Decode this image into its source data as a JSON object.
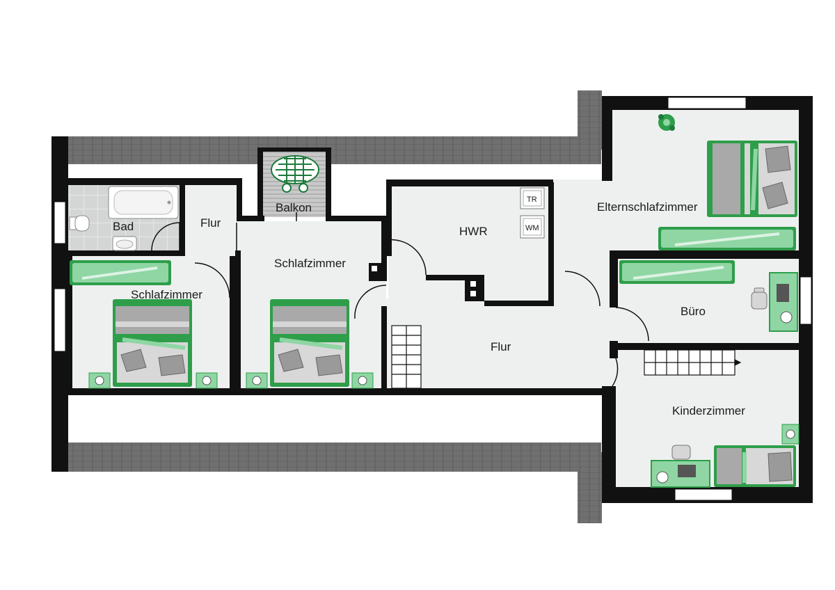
{
  "rooms": {
    "bad": "Bad",
    "flur_small": "Flur",
    "balkon": "Balkon",
    "schlafzimmer_left": "Schlafzimmer",
    "schlafzimmer_middle": "Schlafzimmer",
    "hwr": "HWR",
    "flur_main": "Flur",
    "elternschlafzimmer": "Elternschlafzimmer",
    "buero": "Büro",
    "kinderzimmer": "Kinderzimmer"
  },
  "appliances": {
    "dryer": "TR",
    "washer": "WM"
  },
  "colors": {
    "wall": "#111111",
    "floor": "#eef0f0",
    "roof": "#6f6f6f",
    "furniture_green": "#2e9e4a",
    "furniture_light_green": "#8fd6a4",
    "furniture_grey": "#a9a9a9"
  }
}
